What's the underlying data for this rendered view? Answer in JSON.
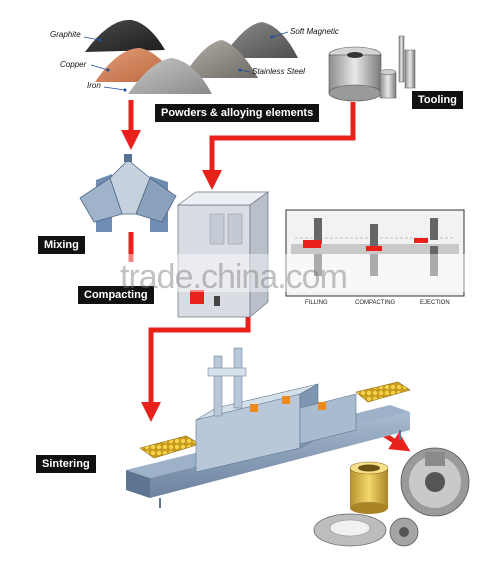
{
  "powders": {
    "graphite": "Graphite",
    "copper": "Copper",
    "iron": "Iron",
    "soft_magnetic": "Soft Magnetic",
    "stainless_steel": "Stainless Steel"
  },
  "stages": {
    "powders": "Powders & alloying elements",
    "tooling": "Tooling",
    "mixing": "Mixing",
    "compacting": "Compacting",
    "sintering": "Sintering"
  },
  "press_steps": {
    "filling": "FILLING",
    "compacting": "COMPACTING",
    "ejection": "EJECTION"
  },
  "watermark": "trade.china.com",
  "colors": {
    "arrow": "#e8221b",
    "label_bg": "#111111",
    "furnace": "#7f96b2",
    "parts_gold": "#e6c24a"
  }
}
